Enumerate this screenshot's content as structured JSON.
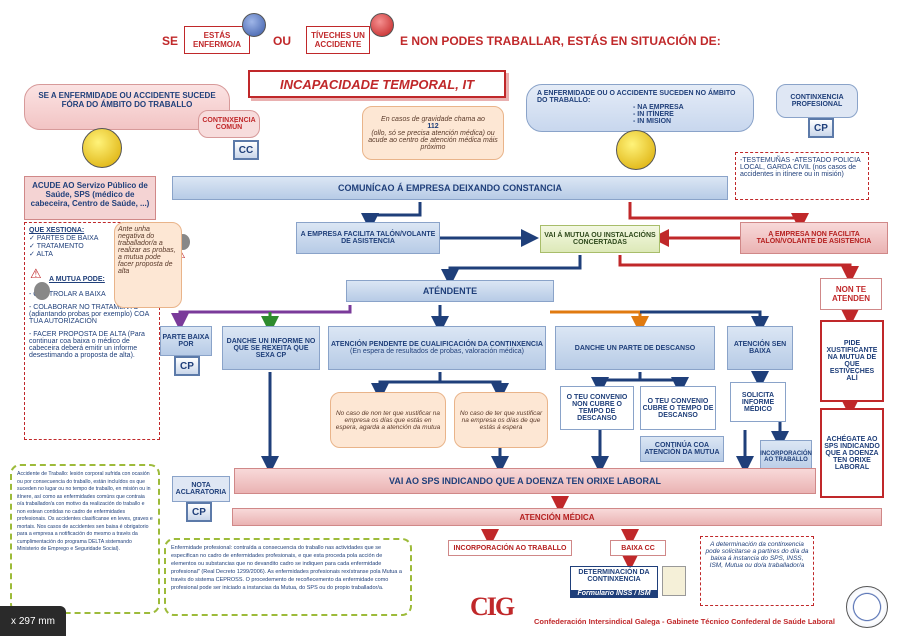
{
  "header": {
    "se1": "SE",
    "box1": "ESTÁS ENFERMO/A",
    "ou": "OU",
    "box2": "TÍVECHES UN ACCIDENTE",
    "tail": "E NON PODES TRABALLAR, ESTÁS EN SITUACIÓN DE:"
  },
  "it_title": "INCAPACIDADE TEMPORAL, IT",
  "left_cloud": "SE A ENFERMIDADE OU ACCIDENTE SUCEDE FÓRA DO ÁMBITO DO TRABALLO",
  "cc_label": "CONTINXENCIA COMÚN",
  "cc_button": "CC",
  "center_note": {
    "line1": "En casos de gravidade chama ao",
    "number": "112",
    "line2": "(ollo, só se precisa atención médica) ou acude ao centro de atención médica máis próximo"
  },
  "right_cloud": {
    "head": "A ENFERMIDADE OU O ACCIDENTE SUCEDEN NO ÁMBITO DO TRABALLO:",
    "items": [
      "- NA EMPRESA",
      "- IN ITÍNERE",
      "- IN MISION"
    ]
  },
  "cp_label": "CONTINXENCIA PROFESIONAL",
  "cp_button": "CP",
  "witness_note": "-TESTEMUÑAS -ATESTADO POLICIA LOCAL, GARDA CIVIL (nos casos de accidentes in itínere ou in misión)",
  "communicate_bar": "COMUNÍCAO Á EMPRESA DEIXANDO CONSTANCIA",
  "left_panel": {
    "title": "ACUDE AO Servizo Público de Saúde, SPS (médico de cabeceira, Centro de Saúde, ...)",
    "xestiona": "QUE XESTIONA:",
    "checks": [
      "PARTES DE BAIXA",
      "TRATAMENTO",
      "ALTA"
    ],
    "mutua_pode": "A MUTUA PODE:",
    "items": [
      "- CONTROLAR A BAIXA",
      "- COLABORAR NO TRATAMENTO (adiantando probas por exemplo) COA TÚA AUTORIZACIÓN",
      "- FACER PROPOSTA DE ALTA (Para continuar coa baixa o médico de cabeceira deberá emitir un informe desestimando a proposta de alta)."
    ]
  },
  "left_peach": "Ante unha negativa do traballador/a a realizar as probas, a mutua pode facer proposta de alta",
  "facilita_left": "A EMPRESA FACILITA TALÓN/VOLANTE DE ASISTENCIA",
  "mutua_box": "VAI Á MUTUA OU INSTALACIÓNS CONCERTADAS",
  "facilita_right": "A EMPRESA NON FACILITA TALÓN/VOLANTE DE ASISTENCIA",
  "atendente": "ATÉNDENTE",
  "non_te_atenden": "NON TE ATENDEN",
  "branches": {
    "parte_baixa": "PARTE BAIXA POR",
    "informe": "DANCHE UN INFORME NO QUE SE REXEITA QUE SEXA CP",
    "pendente": "ATENCIÓN PENDENTE DE CUALIFICACIÓN DA CONTINXENCIA",
    "pendente_sub": "(En espera de resultados de probas, valoración médica)",
    "descanso": "DANCHE UN PARTE DE DESCANSO",
    "sen_baixa": "ATENCIÓN SEN BAIXA"
  },
  "peach_non_ter": "No caso de non ter que xustificar na empresa os días que estás en espera, agarda a atención da mutua",
  "peach_ter": "No caso de ter que xustificar na empresa os días de que estás á espera",
  "convenio1": "O TEU CONVENIO NON CUBRE O TEMPO DE DESCANSO",
  "convenio2": "O TEU CONVENIO CUBRE O TEMPO DE DESCANSO",
  "continua": "CONTINÚA COA ATENCIÓN DA MUTUA",
  "solicita": "SOLICITA INFORME MÉDICO",
  "incorp_small": "INCORPORACIÓN AO TRABALLO",
  "right_col1": "PIDE XUSTIFICANTE NA MUTUA DE QUE ESTIVECHES ALÍ",
  "right_col2": "ACHÉGATE AO SPS INDICANDO QUE A DOENZA TEN ORIXE LABORAL",
  "vai_sps": "VAI AO SPS INDICANDO QUE A DOENZA TEN ORIXE LABORAL",
  "nota": "NOTA ACLARATORIA",
  "atencion_medica": "ATENCIÓN MÉDICA",
  "incorporacion": "INCORPORACIÓN AO TRABALLO",
  "baixa_cc": "BAIXA CC",
  "determinacion": "DETERMINACIÓN DA CONTINXENCIA",
  "formulario": "Formulario INSS / ISM",
  "determinacion_note": "A determinación da continxencia pode solicitarse a partires do día da baixa á instancia do SPS, INSS, ISM, Mutua ou do/a traballador/a",
  "accidente_note": "Accidente de Traballo: lesión corporal sufrida con ocasión ou por consecuencia do traballo, están incluídos os que suceden no lugar ou no tempo de traballo, en misión ou in itínere, así como as enfermidades comúns que contraia o/a traballador/a con motivo da realización do traballo e non estean contidas no cadro de enfermidades profesionais. Os accidentes clasifícanse en leves, graves e mortais. Nos casos de accidentes sen baixa é obrigatorio para a empresa a notificación do mesmo a través da cumplimentación do programa DELTA sistemando Ministerio de Emprego e Seguridade Social).",
  "enfermidade_note": "Enfermidade profesional: contraída a consecuencia do traballo nas actividades que se especifican no cadro de enfermidades profesionais, e que esta proceda pola acción de elementos ou substancias que no devandito cadro se indiquen para cada enfermidade profesional\" (Real Decreto 1299/2006). As enfermidades profesionais rexístranse pola Mutua a través do sistema CEPROSS. O procedemento de recoñecemento da enfermidade como profesional pode ser iniciado a instancias da Mutua, do SPS ou do propio traballador/a.",
  "footer": "Confederación Intersindical Galega - Gabinete Técnico Confederal de Saúde Laboral",
  "logo": "CIG",
  "scale_tag": "x 297 mm",
  "colors": {
    "navy": "#1f3f7a",
    "red": "#c0282a",
    "green": "#2e8b2e",
    "purple": "#7a3a9a",
    "orange": "#e07a10"
  }
}
